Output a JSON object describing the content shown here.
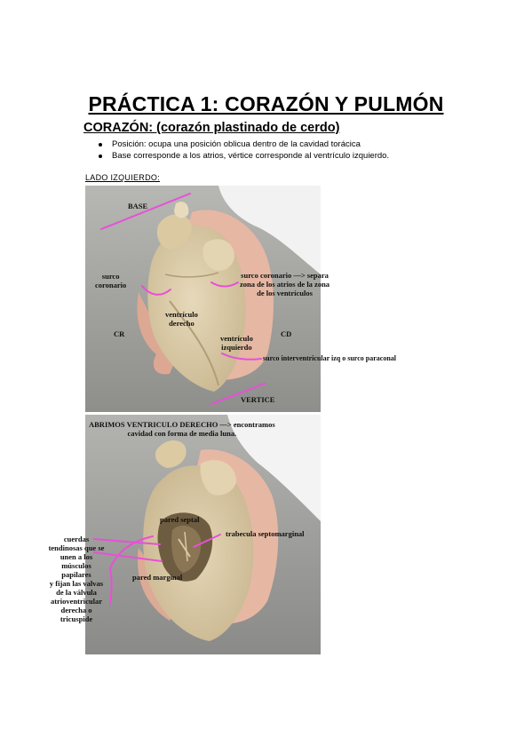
{
  "title": "PRÁCTICA 1: CORAZÓN Y PULMÓN",
  "section_heading": "CORAZÓN: (corazón plastinado de cerdo)",
  "bullets": [
    "Posición: ocupa una posición oblicua dentro de la cavidad torácica",
    "Base corresponde a los atrios, vértice corresponde al ventrículo izquierdo."
  ],
  "subheading": "LADO IZQUIERDO:",
  "figure1": {
    "labels": {
      "base": "BASE",
      "surco_coronario_l1": "surco",
      "surco_coronario_l2": "coronario",
      "surco_coronario_note_l1": "surco coronario —> separa",
      "surco_coronario_note_l2": "zona de los atrios de la zona",
      "surco_coronario_note_l3": "de los ventrículos",
      "ventriculo_derecho_l1": "ventrículo",
      "ventriculo_derecho_l2": "derecho",
      "cr": "CR",
      "cd": "CD",
      "ventriculo_izquierdo_l1": "ventrículo",
      "ventriculo_izquierdo_l2": "izquierdo",
      "surco_interventricular": "surco interventricular izq o surco paraconal",
      "vertice": "VERTICE"
    }
  },
  "figure2": {
    "labels": {
      "header_l1": "ABRIMOS VENTRICULO DERECHO —> encontramos",
      "header_l2": "cavidad con forma de media luna.",
      "pared_septal": "pared septal",
      "trabecula": "trabecula septomarginal",
      "pared_marginal": "pared marginal",
      "cuerdas": [
        "cuerdas",
        "tendinosas que se",
        "unen a los",
        "músculos",
        "papilares",
        "y fijan las valvas",
        "de la válvula",
        "atrioventricular",
        "derecha o",
        "tricuspide"
      ]
    }
  },
  "colors": {
    "annotation_line": "#e94fd8",
    "background_gray": "#9a9a98",
    "heart_tan": "#d9c9a8"
  }
}
